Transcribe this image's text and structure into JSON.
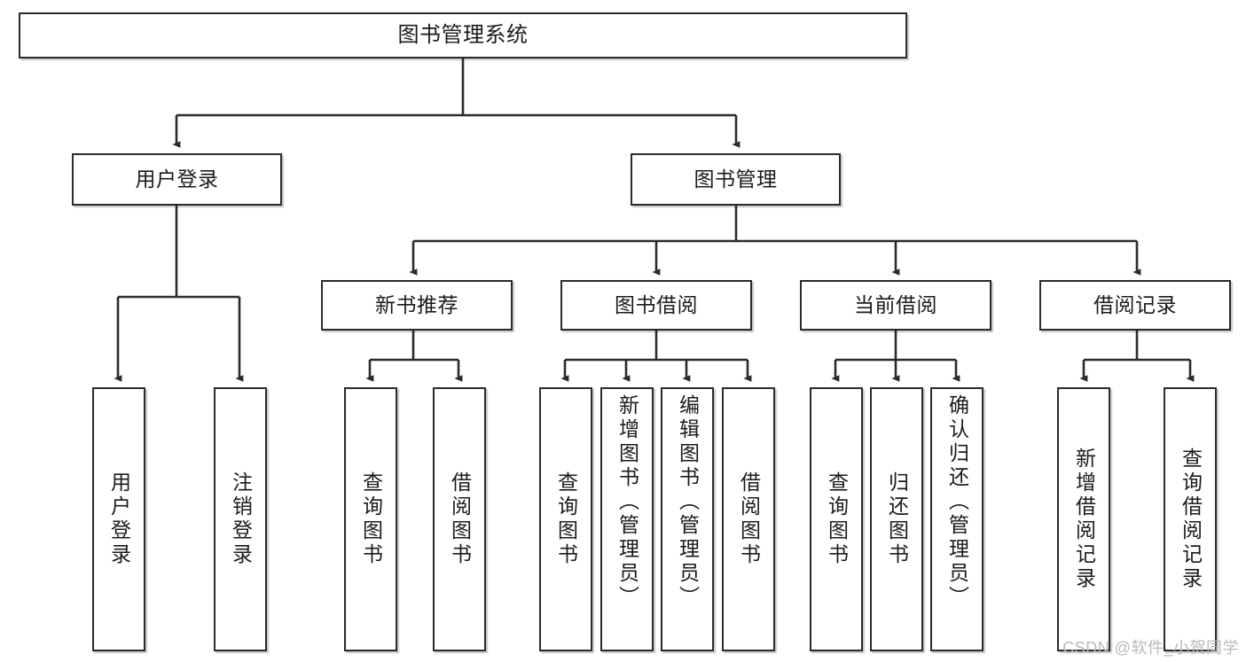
{
  "diagram": {
    "title": "图书管理系统",
    "type": "tree-hierarchy-chart",
    "root": {
      "label": "图书管理系统"
    },
    "level2": [
      {
        "label": "用户登录"
      },
      {
        "label": "图书管理"
      }
    ],
    "level3": [
      {
        "label": "新书推荐"
      },
      {
        "label": "图书借阅"
      },
      {
        "label": "当前借阅"
      },
      {
        "label": "借阅记录"
      }
    ],
    "leaves": {
      "user_login": [
        {
          "label": "用户登录"
        },
        {
          "label": "注销登录"
        }
      ],
      "new_book_recommend": [
        {
          "label": "查询图书"
        },
        {
          "label": "借阅图书"
        }
      ],
      "book_borrow": [
        {
          "label": "查询图书"
        },
        {
          "label": "新增图书（管理员）"
        },
        {
          "label": "编辑图书（管理员）"
        },
        {
          "label": "借阅图书"
        }
      ],
      "current_borrow": [
        {
          "label": "查询图书"
        },
        {
          "label": "归还图书"
        },
        {
          "label": "确认归还（管理员）"
        }
      ],
      "borrow_record": [
        {
          "label": "新增借阅记录"
        },
        {
          "label": "查询借阅记录"
        }
      ]
    }
  },
  "watermark": {
    "text": "CSDN @软件_小贺同学"
  },
  "colors": {
    "stroke": "#2b2b2b",
    "fill": "#ffffff",
    "text": "#1b1b1b",
    "watermark": "#b9b9b9"
  }
}
